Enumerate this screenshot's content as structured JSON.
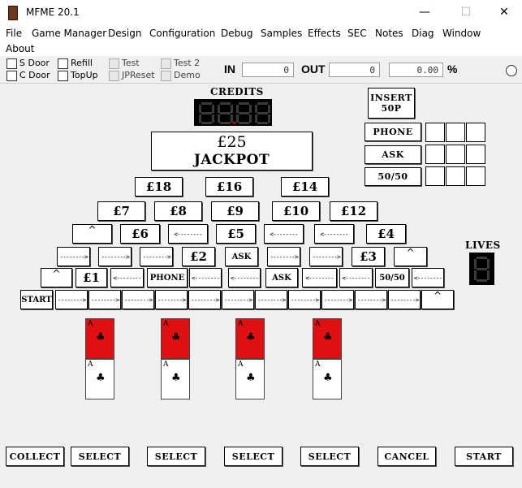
{
  "window": {
    "title": "MFME 20.1",
    "minimize": "—",
    "maximize": "☐",
    "close": "✕"
  },
  "menu": [
    "File",
    "Game Manager",
    "Design",
    "Configuration",
    "Debug",
    "Samples",
    "Effects",
    "SEC",
    "Notes",
    "Diag",
    "Window",
    "About"
  ],
  "toolbar": {
    "checkboxes": [
      {
        "label": "S Door",
        "enabled": true
      },
      {
        "label": "C Door",
        "enabled": true
      },
      {
        "label": "Refill",
        "enabled": true
      },
      {
        "label": "TopUp",
        "enabled": true
      },
      {
        "label": "Test",
        "enabled": false
      },
      {
        "label": "JPReset",
        "enabled": false
      },
      {
        "label": "Test 2",
        "enabled": false
      },
      {
        "label": "Demo",
        "enabled": false
      }
    ],
    "in_label": "IN",
    "in_value": "0",
    "out_label": "OUT",
    "out_value": "0",
    "pct_value": "0.00",
    "pct_label": "%"
  },
  "game": {
    "credits_label": "CREDITS",
    "credits_display": "8.8.8.8",
    "jackpot_amount": "£25",
    "jackpot_label": "JACKPOT",
    "lives_label": "LIVES",
    "lives_display": "8",
    "insert_btn": [
      "INSERT",
      "50P"
    ],
    "side_buttons": [
      "PHONE",
      "ASK",
      "50/50"
    ],
    "row1": [
      "£18",
      "£16",
      "£14"
    ],
    "row2": [
      "£7",
      "£8",
      "£9",
      "£10",
      "£12"
    ],
    "row3": [
      "£6",
      "£5",
      "£4"
    ],
    "row4": [
      "£2",
      "ASK",
      "£3"
    ],
    "row5": [
      "£1",
      "PHONE",
      "ASK",
      "50/50"
    ],
    "start_label": "START",
    "arrow_right": "-------->",
    "arrow_left": "<--------",
    "arrow_up": "^",
    "cards": [
      {
        "rank": "A",
        "suit": "♣"
      },
      {
        "rank": "A",
        "suit": "♣"
      },
      {
        "rank": "A",
        "suit": "♣"
      },
      {
        "rank": "A",
        "suit": "♣"
      }
    ],
    "bottom_buttons": [
      "COLLECT",
      "SELECT",
      "SELECT",
      "SELECT",
      "SELECT",
      "CANCEL",
      "START"
    ]
  },
  "colors": {
    "card_red": "#e01010",
    "display_bg": "#000000",
    "segment": "#3a3a3a",
    "segment_dp": "#cc0000"
  }
}
